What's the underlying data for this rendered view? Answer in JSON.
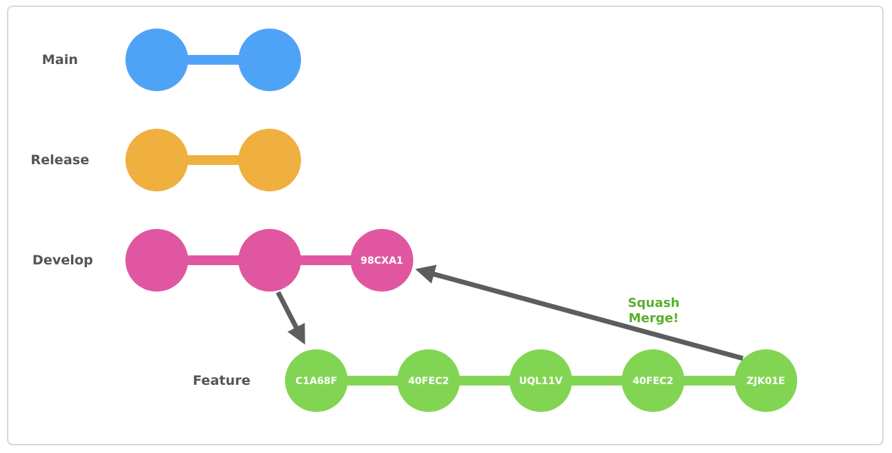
{
  "colors": {
    "main": "#4fa3f7",
    "release": "#efb03f",
    "develop": "#e156a1",
    "feature": "#82d553",
    "arrow": "#5d5d5d",
    "label": "#555555",
    "annotation": "#5aaf2c"
  },
  "branches": {
    "main": {
      "label": "Main"
    },
    "release": {
      "label": "Release"
    },
    "develop": {
      "label": "Develop",
      "commit_3": "98CXA1"
    },
    "feature": {
      "label": "Feature",
      "commits": [
        "C1A68F",
        "40FEC2",
        "UQL11V",
        "40FEC2",
        "ZJK01E"
      ]
    }
  },
  "annotation": {
    "line1": "Squash",
    "line2": "Merge!"
  }
}
